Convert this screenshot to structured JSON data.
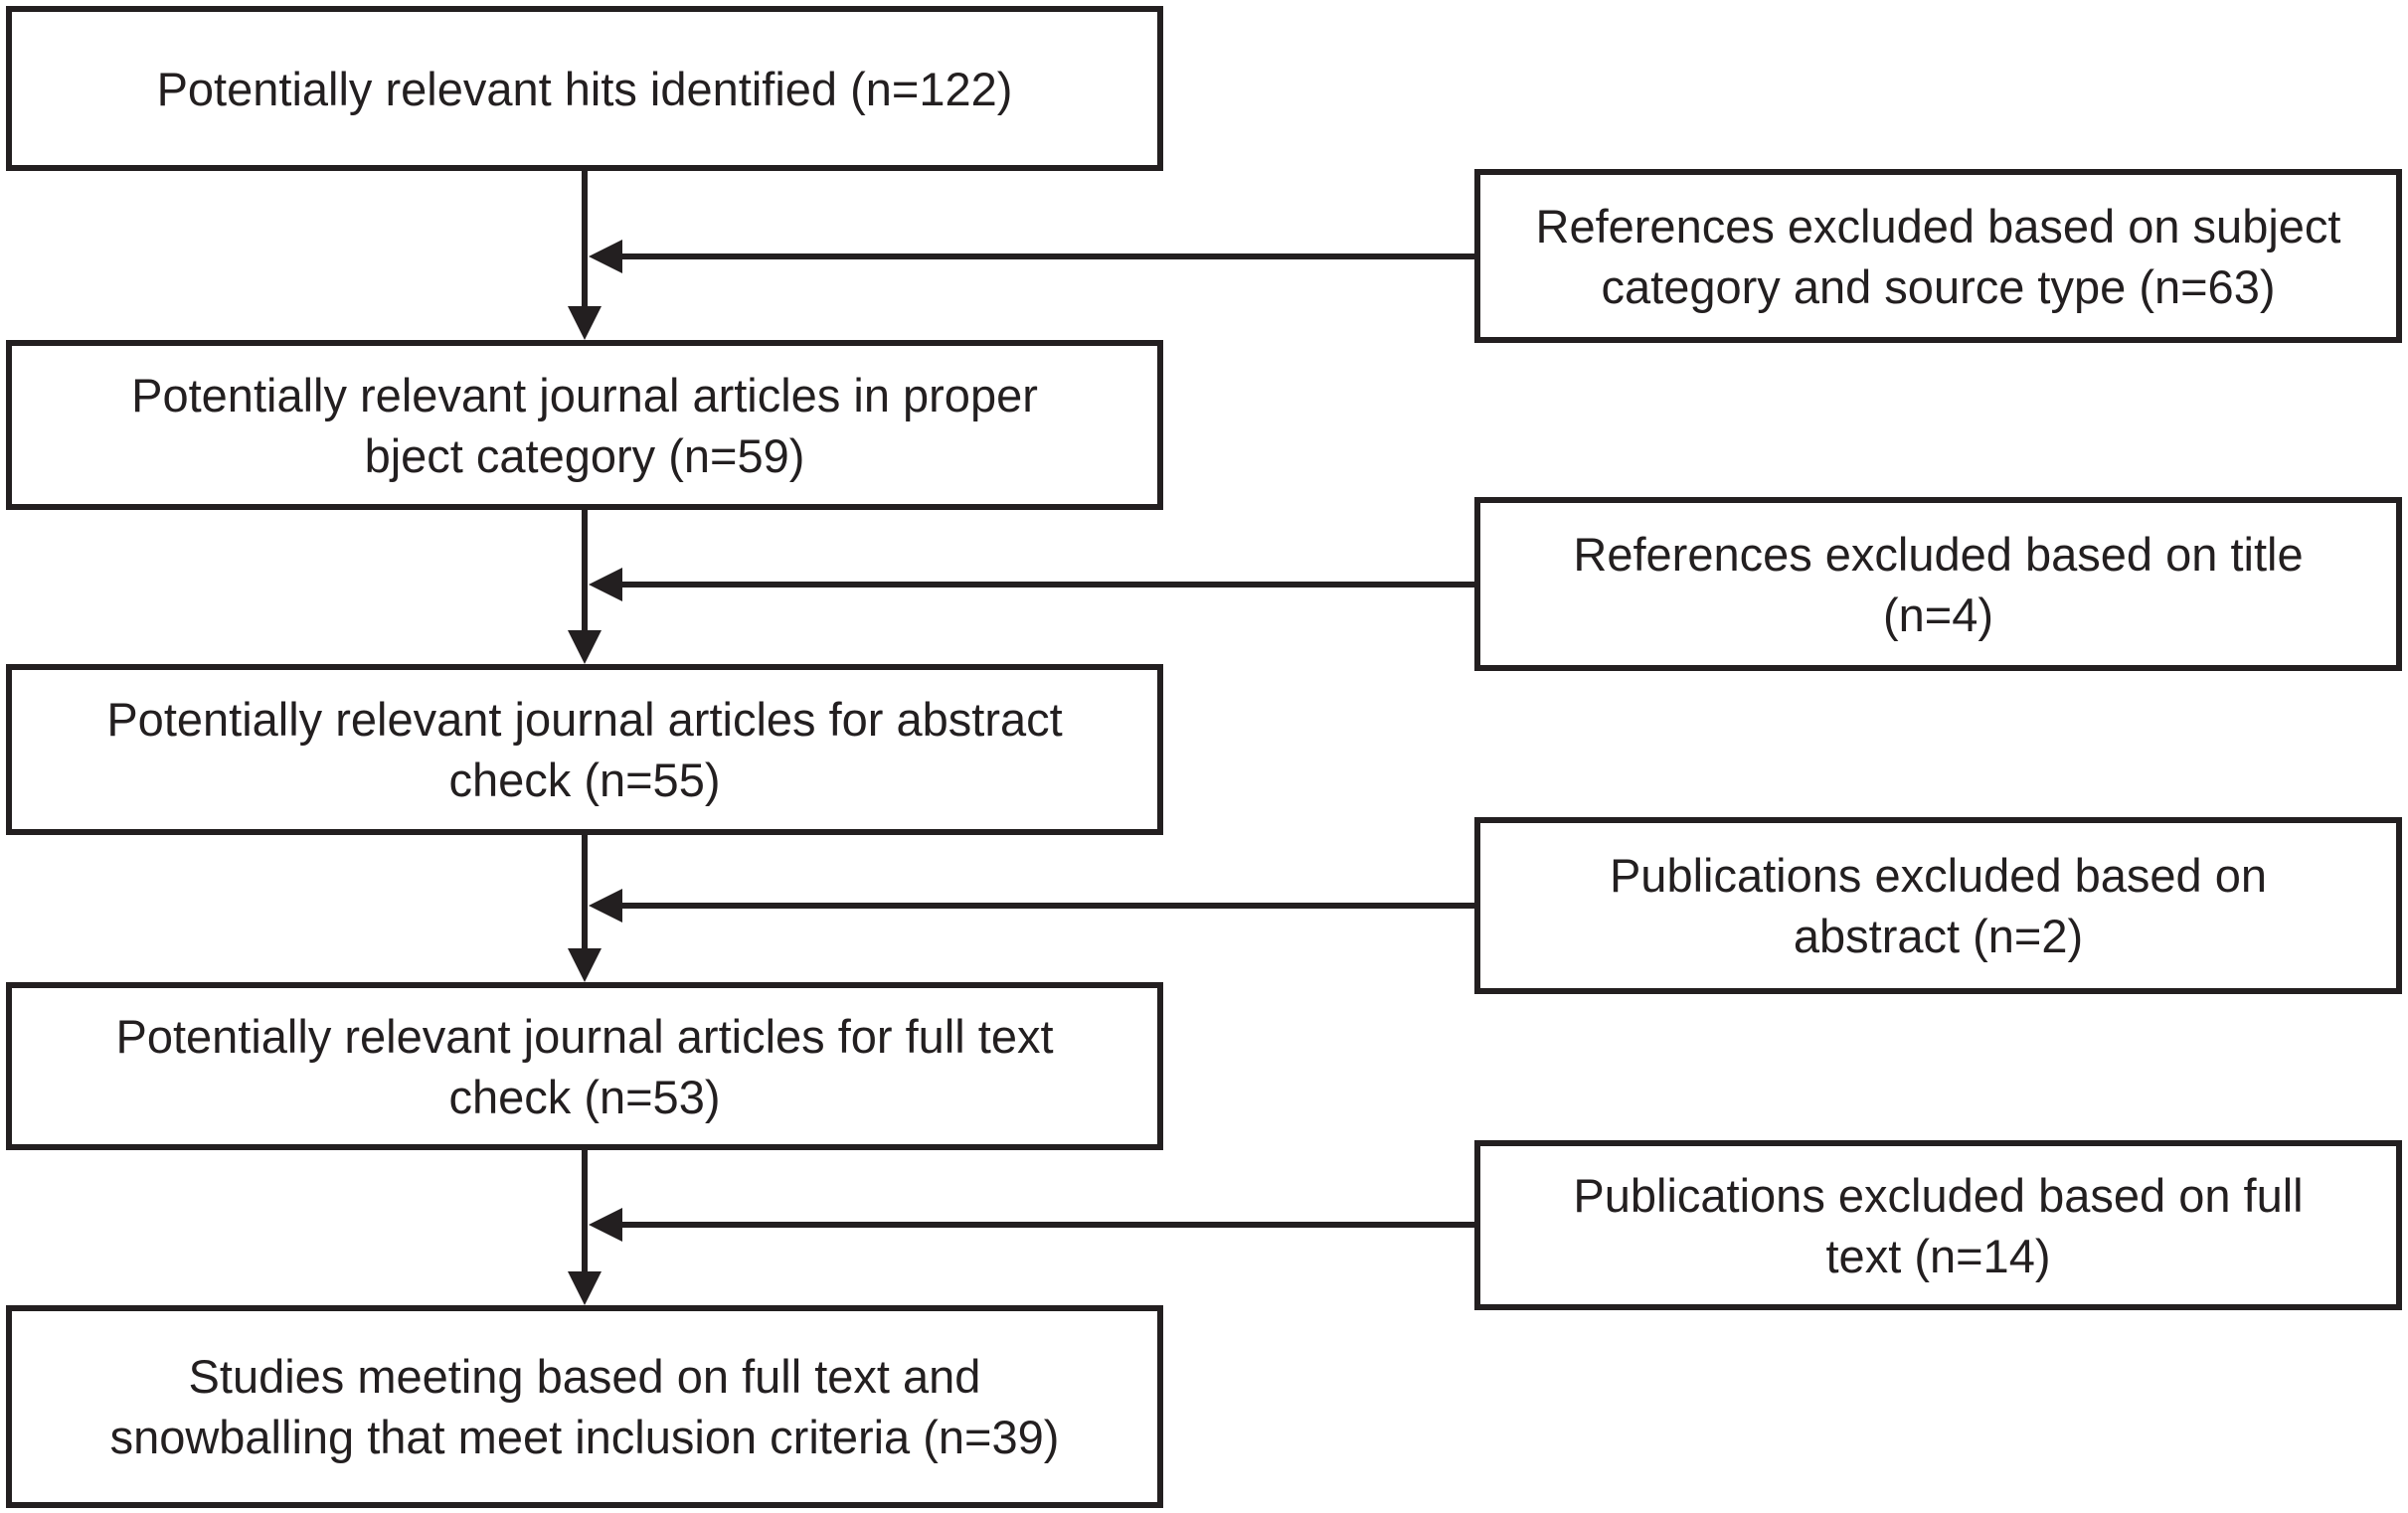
{
  "diagram": {
    "kind": "study-selection-flowchart",
    "steps": [
      {
        "label": "Potentially relevant hits identified (n=122)",
        "lines": [
          "Potentially relevant hits identified (n=122)"
        ],
        "count": 122
      },
      {
        "label": "Potentially relevant journal articles in proper bject category (n=59)",
        "lines": [
          "Potentially relevant journal articles in proper",
          "bject category (n=59)"
        ],
        "count": 59
      },
      {
        "label": "Potentially relevant journal articles for abstract check (n=55)",
        "lines": [
          "Potentially relevant journal articles for abstract",
          "check (n=55)"
        ],
        "count": 55
      },
      {
        "label": "Potentially relevant journal articles for full text check (n=53)",
        "lines": [
          "Potentially relevant journal articles for full text",
          "check (n=53)"
        ],
        "count": 53
      },
      {
        "label": "Studies meeting based on full text and snowballing that meet inclusion criteria (n=39)",
        "lines": [
          "Studies meeting based on full text and",
          "snowballing that meet inclusion criteria (n=39)"
        ],
        "count": 39
      }
    ],
    "exclusions": [
      {
        "label": "References excluded based on subject category and source type (n=63)",
        "lines": [
          "References excluded based on subject",
          "category and source type (n=63)"
        ],
        "count": 63
      },
      {
        "label": "References excluded based on title (n=4)",
        "lines": [
          "References excluded based on title",
          "(n=4)"
        ],
        "count": 4
      },
      {
        "label": "Publications excluded based on abstract (n=2)",
        "lines": [
          "Publications excluded based on",
          "abstract (n=2)"
        ],
        "count": 2
      },
      {
        "label": "Publications excluded based on full text (n=14)",
        "lines": [
          "Publications excluded based on full",
          "text (n=14)"
        ],
        "count": 14
      }
    ]
  },
  "colors": {
    "stroke": "#231f20",
    "box-fill": "#ffffff",
    "text": "#231f20",
    "background": "#ffffff"
  }
}
